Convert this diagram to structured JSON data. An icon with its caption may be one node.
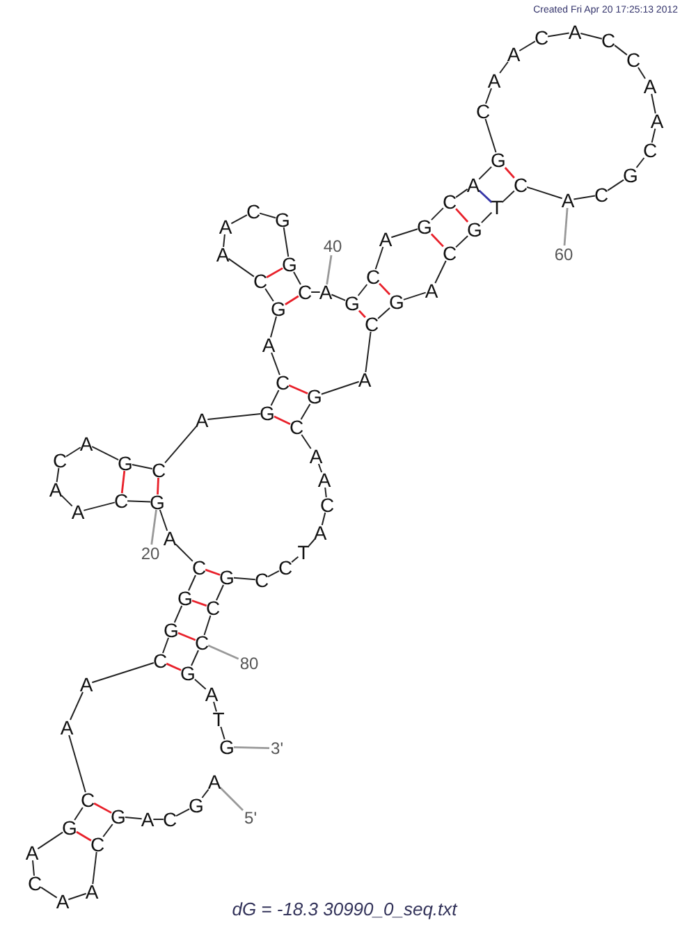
{
  "diagram": {
    "caption": "dG = -18.3 30990_0_seq.txt",
    "nodes": [
      {
        "text": [
          "A"
        ]
      },
      {
        "text": [
          "G"
        ]
      },
      {
        "text": [
          "C"
        ]
      },
      {
        "text": [
          "A"
        ]
      },
      {
        "text": [
          "G"
        ]
      },
      {
        "text": [
          "C"
        ]
      },
      {
        "text": [
          "A"
        ]
      },
      {
        "text": [
          "A"
        ]
      },
      {
        "text": [
          "C"
        ]
      },
      {
        "text": [
          "A"
        ]
      },
      {
        "text": [
          "G"
        ]
      },
      {
        "text": [
          "C"
        ]
      },
      {
        "text": [
          "A"
        ]
      },
      {
        "text": [
          "A"
        ]
      },
      {
        "text": [
          "C"
        ]
      },
      {
        "text": [
          "G"
        ]
      },
      {
        "text": [
          "G"
        ]
      },
      {
        "text": [
          "C"
        ]
      },
      {
        "text": [
          "A"
        ]
      },
      {
        "text": [
          "G"
        ]
      },
      {
        "text": [
          "C"
        ]
      },
      {
        "text": [
          "A"
        ]
      },
      {
        "text": [
          "A"
        ]
      },
      {
        "text": [
          "C"
        ]
      },
      {
        "text": [
          "A"
        ]
      },
      {
        "text": [
          "G"
        ]
      },
      {
        "text": [
          "C"
        ]
      },
      {
        "text": [
          "A"
        ]
      },
      {
        "text": [
          "G"
        ]
      },
      {
        "text": [
          "C"
        ]
      },
      {
        "text": [
          "A"
        ]
      },
      {
        "text": [
          "G"
        ]
      },
      {
        "text": [
          "C"
        ]
      },
      {
        "text": [
          "A"
        ]
      },
      {
        "text": [
          "A"
        ]
      },
      {
        "text": [
          "C"
        ]
      },
      {
        "text": [
          "G"
        ]
      },
      {
        "text": [
          "G"
        ]
      },
      {
        "text": [
          "C"
        ]
      },
      {
        "text": [
          "A"
        ]
      },
      {
        "text": [
          "G"
        ]
      },
      {
        "text": [
          "C"
        ]
      },
      {
        "text": [
          "A"
        ]
      },
      {
        "text": [
          "G"
        ]
      },
      {
        "text": [
          "C"
        ]
      },
      {
        "text": [
          "A"
        ]
      },
      {
        "text": [
          "G"
        ]
      },
      {
        "text": [
          "C"
        ]
      },
      {
        "text": [
          "A"
        ]
      },
      {
        "text": [
          "A"
        ]
      },
      {
        "text": [
          "C"
        ]
      },
      {
        "text": [
          "A"
        ]
      },
      {
        "text": [
          "C"
        ]
      },
      {
        "text": [
          "C"
        ]
      },
      {
        "text": [
          "A"
        ]
      },
      {
        "text": [
          "A"
        ]
      },
      {
        "text": [
          "C"
        ]
      },
      {
        "text": [
          "G"
        ]
      },
      {
        "text": [
          "C"
        ]
      },
      {
        "text": [
          "A"
        ]
      },
      {
        "text": [
          "C"
        ]
      },
      {
        "text": [
          "T"
        ]
      },
      {
        "text": [
          "G"
        ]
      },
      {
        "text": [
          "C"
        ]
      },
      {
        "text": [
          "A"
        ]
      },
      {
        "text": [
          "G"
        ]
      },
      {
        "text": [
          "C"
        ]
      },
      {
        "text": [
          "A"
        ]
      },
      {
        "text": [
          "G"
        ]
      },
      {
        "text": [
          "C"
        ]
      },
      {
        "text": [
          "A"
        ]
      },
      {
        "text": [
          "A"
        ]
      },
      {
        "text": [
          "C"
        ]
      },
      {
        "text": [
          "A"
        ]
      },
      {
        "text": [
          "T"
        ]
      },
      {
        "text": [
          "C"
        ]
      },
      {
        "text": [
          "C"
        ]
      },
      {
        "text": [
          "G"
        ]
      },
      {
        "text": [
          "C"
        ]
      },
      {
        "text": [
          "C"
        ]
      },
      {
        "text": [
          "G"
        ]
      },
      {
        "text": [
          "A"
        ]
      },
      {
        "text": [
          "T"
        ]
      },
      {
        "text": [
          "G"
        ]
      },
      {
        "text": [
          "5'"
        ]
      },
      {
        "text": [
          "20"
        ]
      },
      {
        "text": [
          "40"
        ]
      },
      {
        "text": [
          "60"
        ]
      },
      {
        "text": [
          "80"
        ]
      },
      {
        "text": [
          "3'"
        ]
      }
    ],
    "edges": [
      {
        "from": 0,
        "to": 1,
        "arrow": "none"
      },
      {
        "from": 1,
        "to": 2,
        "arrow": "none"
      },
      {
        "from": 2,
        "to": 3,
        "arrow": "none"
      },
      {
        "from": 3,
        "to": 4,
        "arrow": "none"
      },
      {
        "from": 4,
        "to": 5,
        "arrow": "none"
      },
      {
        "from": 5,
        "to": 6,
        "arrow": "none"
      },
      {
        "from": 6,
        "to": 7,
        "arrow": "none"
      },
      {
        "from": 7,
        "to": 8,
        "arrow": "none"
      },
      {
        "from": 8,
        "to": 9,
        "arrow": "none"
      },
      {
        "from": 9,
        "to": 10,
        "arrow": "none"
      },
      {
        "from": 10,
        "to": 11,
        "arrow": "none"
      },
      {
        "from": 11,
        "to": 12,
        "arrow": "none"
      },
      {
        "from": 12,
        "to": 13,
        "arrow": "none"
      },
      {
        "from": 13,
        "to": 14,
        "arrow": "none"
      },
      {
        "from": 14,
        "to": 15,
        "arrow": "none"
      },
      {
        "from": 15,
        "to": 16,
        "arrow": "none"
      },
      {
        "from": 16,
        "to": 17,
        "arrow": "none"
      },
      {
        "from": 17,
        "to": 18,
        "arrow": "none"
      },
      {
        "from": 18,
        "to": 19,
        "arrow": "none"
      },
      {
        "from": 19,
        "to": 20,
        "arrow": "none"
      },
      {
        "from": 20,
        "to": 21,
        "arrow": "none"
      },
      {
        "from": 21,
        "to": 22,
        "arrow": "none"
      },
      {
        "from": 22,
        "to": 23,
        "arrow": "none"
      },
      {
        "from": 23,
        "to": 24,
        "arrow": "none"
      },
      {
        "from": 24,
        "to": 25,
        "arrow": "none"
      },
      {
        "from": 25,
        "to": 26,
        "arrow": "none"
      },
      {
        "from": 26,
        "to": 27,
        "arrow": "none"
      },
      {
        "from": 27,
        "to": 28,
        "arrow": "none"
      },
      {
        "from": 28,
        "to": 29,
        "arrow": "none"
      },
      {
        "from": 29,
        "to": 30,
        "arrow": "none"
      },
      {
        "from": 30,
        "to": 31,
        "arrow": "none"
      },
      {
        "from": 31,
        "to": 32,
        "arrow": "none"
      },
      {
        "from": 32,
        "to": 33,
        "arrow": "none"
      },
      {
        "from": 33,
        "to": 34,
        "arrow": "none"
      },
      {
        "from": 34,
        "to": 35,
        "arrow": "none"
      },
      {
        "from": 35,
        "to": 36,
        "arrow": "none"
      },
      {
        "from": 36,
        "to": 37,
        "arrow": "none"
      },
      {
        "from": 37,
        "to": 38,
        "arrow": "none"
      },
      {
        "from": 38,
        "to": 39,
        "arrow": "none"
      },
      {
        "from": 39,
        "to": 40,
        "arrow": "none"
      },
      {
        "from": 40,
        "to": 41,
        "arrow": "none"
      },
      {
        "from": 41,
        "to": 42,
        "arrow": "none"
      },
      {
        "from": 42,
        "to": 43,
        "arrow": "none"
      },
      {
        "from": 43,
        "to": 44,
        "arrow": "none"
      },
      {
        "from": 44,
        "to": 45,
        "arrow": "none"
      },
      {
        "from": 45,
        "to": 46,
        "arrow": "none"
      },
      {
        "from": 46,
        "to": 47,
        "arrow": "none"
      },
      {
        "from": 47,
        "to": 48,
        "arrow": "none"
      },
      {
        "from": 48,
        "to": 49,
        "arrow": "none"
      },
      {
        "from": 49,
        "to": 50,
        "arrow": "none"
      },
      {
        "from": 50,
        "to": 51,
        "arrow": "none"
      },
      {
        "from": 51,
        "to": 52,
        "arrow": "none"
      },
      {
        "from": 52,
        "to": 53,
        "arrow": "none"
      },
      {
        "from": 53,
        "to": 54,
        "arrow": "none"
      },
      {
        "from": 54,
        "to": 55,
        "arrow": "none"
      },
      {
        "from": 55,
        "to": 56,
        "arrow": "none"
      },
      {
        "from": 56,
        "to": 57,
        "arrow": "none"
      },
      {
        "from": 57,
        "to": 58,
        "arrow": "none"
      },
      {
        "from": 58,
        "to": 59,
        "arrow": "none"
      },
      {
        "from": 59,
        "to": 60,
        "arrow": "none"
      },
      {
        "from": 60,
        "to": 61,
        "arrow": "none"
      },
      {
        "from": 61,
        "to": 62,
        "arrow": "none"
      },
      {
        "from": 62,
        "to": 63,
        "arrow": "none"
      },
      {
        "from": 63,
        "to": 64,
        "arrow": "none"
      },
      {
        "from": 64,
        "to": 65,
        "arrow": "none"
      },
      {
        "from": 65,
        "to": 66,
        "arrow": "none"
      },
      {
        "from": 66,
        "to": 67,
        "arrow": "none"
      },
      {
        "from": 67,
        "to": 68,
        "arrow": "none"
      },
      {
        "from": 68,
        "to": 69,
        "arrow": "none"
      },
      {
        "from": 69,
        "to": 70,
        "arrow": "none"
      },
      {
        "from": 70,
        "to": 71,
        "arrow": "none"
      },
      {
        "from": 71,
        "to": 72,
        "arrow": "none"
      },
      {
        "from": 72,
        "to": 73,
        "arrow": "none"
      },
      {
        "from": 73,
        "to": 74,
        "arrow": "none"
      },
      {
        "from": 74,
        "to": 75,
        "arrow": "none"
      },
      {
        "from": 75,
        "to": 76,
        "arrow": "none"
      },
      {
        "from": 76,
        "to": 77,
        "arrow": "none"
      },
      {
        "from": 77,
        "to": 78,
        "arrow": "none"
      },
      {
        "from": 78,
        "to": 79,
        "arrow": "none"
      },
      {
        "from": 79,
        "to": 80,
        "arrow": "none"
      },
      {
        "from": 80,
        "to": 81,
        "arrow": "none"
      },
      {
        "from": 81,
        "to": 82,
        "arrow": "none"
      },
      {
        "from": 82,
        "to": 83,
        "arrow": "none"
      },
      {
        "from": 4,
        "to": 11,
        "arrow": "none",
        "color": "#e8202a"
      },
      {
        "from": 5,
        "to": 10,
        "arrow": "none",
        "color": "#e8202a"
      },
      {
        "from": 14,
        "to": 80,
        "arrow": "none",
        "color": "#e8202a"
      },
      {
        "from": 15,
        "to": 79,
        "arrow": "none",
        "color": "#e8202a"
      },
      {
        "from": 16,
        "to": 78,
        "arrow": "none",
        "color": "#e8202a"
      },
      {
        "from": 17,
        "to": 77,
        "arrow": "none",
        "color": "#e8202a"
      },
      {
        "from": 19,
        "to": 26,
        "arrow": "none",
        "color": "#e8202a"
      },
      {
        "from": 20,
        "to": 25,
        "arrow": "none",
        "color": "#e8202a"
      },
      {
        "from": 28,
        "to": 69,
        "arrow": "none",
        "color": "#e8202a"
      },
      {
        "from": 29,
        "to": 68,
        "arrow": "none",
        "color": "#e8202a"
      },
      {
        "from": 31,
        "to": 38,
        "arrow": "none",
        "color": "#e8202a"
      },
      {
        "from": 32,
        "to": 37,
        "arrow": "none",
        "color": "#e8202a"
      },
      {
        "from": 40,
        "to": 66,
        "arrow": "none",
        "color": "#e8202a"
      },
      {
        "from": 41,
        "to": 65,
        "arrow": "none",
        "color": "#e8202a"
      },
      {
        "from": 43,
        "to": 63,
        "arrow": "none",
        "color": "#e8202a"
      },
      {
        "from": 44,
        "to": 62,
        "arrow": "none",
        "color": "#e8202a"
      },
      {
        "from": 45,
        "to": 61,
        "arrow": "none",
        "color": "#3535a8"
      },
      {
        "from": 46,
        "to": 60,
        "arrow": "none",
        "color": "#e8202a"
      },
      {
        "from": 84,
        "to": 0,
        "arrow": "none",
        "color": "#999999"
      },
      {
        "from": 85,
        "to": 19,
        "arrow": "none",
        "color": "#999999"
      },
      {
        "from": 86,
        "to": 39,
        "arrow": "none",
        "color": "#999999"
      },
      {
        "from": 87,
        "to": 59,
        "arrow": "none",
        "color": "#999999"
      },
      {
        "from": 88,
        "to": 79,
        "arrow": "none",
        "color": "#999999"
      },
      {
        "from": 89,
        "to": 83,
        "arrow": "none",
        "color": "#999999"
      }
    ],
    "labels": [
      "Created Fri Apr 20 17:25:13 2012"
    ]
  }
}
